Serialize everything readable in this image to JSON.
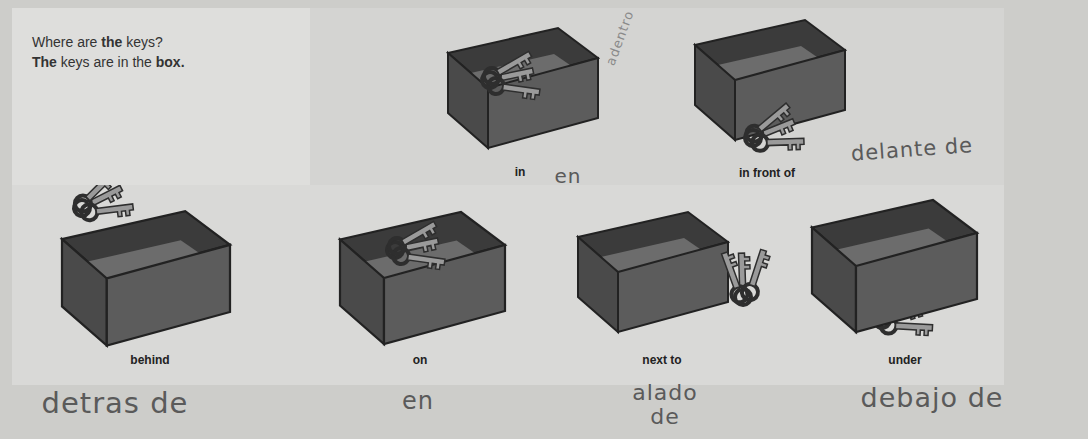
{
  "diagram": {
    "nodes": [
      {
        "text": [
          "Where are the keys?",
          "The keys are in the box."
        ]
      }
    ],
    "labels": [
      "in",
      "en",
      "adentro",
      "in front of",
      "delante de",
      "behind",
      "on",
      "next to",
      "under",
      "detras de",
      "en",
      "alado de",
      "debajo de"
    ]
  }
}
